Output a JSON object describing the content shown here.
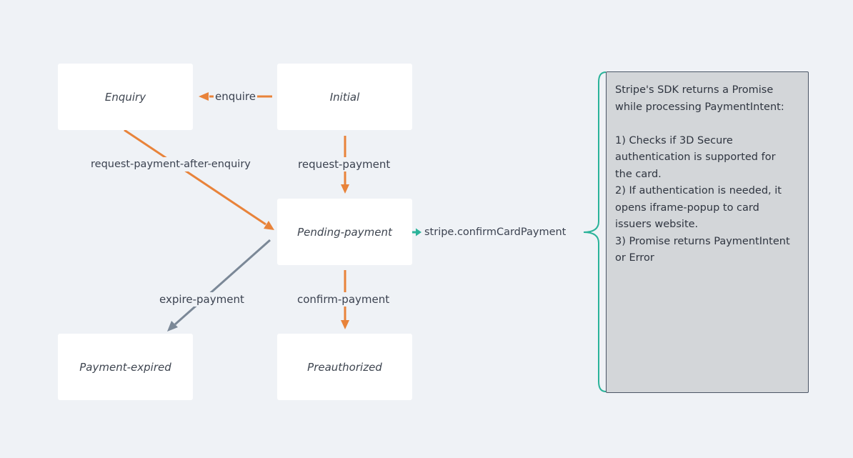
{
  "states": {
    "enquiry": "Enquiry",
    "initial": "Initial",
    "pending_payment": "Pending-payment",
    "payment_expired": "Payment-expired",
    "preauthorized": "Preauthorized"
  },
  "transitions": {
    "enquire": "enquire",
    "request_payment_after_enquiry": "request-payment-after-enquiry",
    "request_payment": "request-payment",
    "expire_payment": "expire-payment",
    "confirm_payment": "confirm-payment",
    "stripe_confirm": "stripe.confirmCardPayment"
  },
  "note": {
    "lines": [
      "Stripe's SDK returns a Promise",
      "while processing PaymentIntent:",
      "",
      "1) Checks if 3D Secure",
      "authentication is supported for",
      "the card.",
      "2) If authentication is needed, it",
      "opens iframe-popup to card",
      "issuers website.",
      "3) Promise returns PaymentIntent",
      "or Error"
    ]
  },
  "colors": {
    "background": "#eff2f6",
    "primary_arrow": "#e8833a",
    "expire_arrow": "#7b8897",
    "stripe_arrow": "#2bb39a",
    "note_fill": "#d3d6d9",
    "note_border": "#4b5666"
  }
}
